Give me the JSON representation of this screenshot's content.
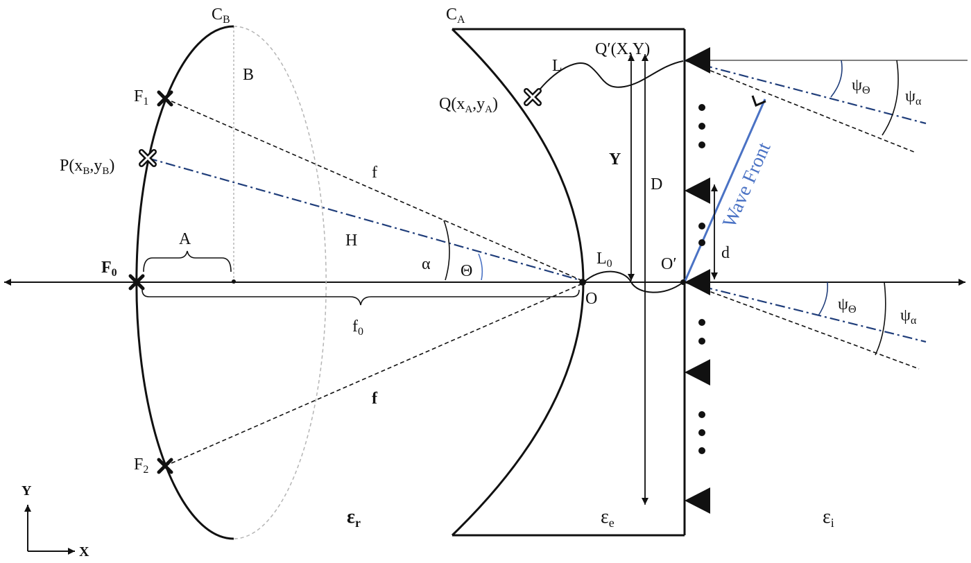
{
  "labels": {
    "cb_main": "C",
    "cb_sub": "B",
    "ca_main": "C",
    "ca_sub": "A",
    "b": "B",
    "f1_main": "F",
    "f1_sub": "1",
    "f2_main": "F",
    "f2_sub": "2",
    "f0_main": "F",
    "f0_sub": "0",
    "p_a": "P(x",
    "p_sub1": "B",
    "p_b": ",y",
    "p_sub2": "B",
    "p_c": ")",
    "q_a": "Q(x",
    "q_sub1": "A",
    "q_b": ",y",
    "q_sub2": "A",
    "q_c": ")",
    "qprime": "Q′(X,Y)",
    "l": "L",
    "l0_main": "L",
    "l0_sub": "0",
    "f_upper": "f",
    "f_lower": "f",
    "h": "H",
    "a": "A",
    "alpha": "α",
    "theta": "Θ",
    "o": "O",
    "oprime": "O′",
    "f0_dist_main": "f",
    "f0_dist_sub": "0",
    "y_cap": "Y",
    "d_cap": "D",
    "d_small": "d",
    "wave_front": "Wave Front",
    "psi_theta_top_main": "ψ",
    "psi_theta_top_sub": "Θ",
    "psi_alpha_top_main": "ψ",
    "psi_alpha_top_sub": "α",
    "psi_theta_bot_main": "ψ",
    "psi_theta_bot_sub": "Θ",
    "psi_alpha_bot_main": "ψ",
    "psi_alpha_bot_sub": "α",
    "eps_r_main": "ε",
    "eps_r_sub": "r",
    "eps_e_main": "ε",
    "eps_e_sub": "e",
    "eps_i_main": "ε",
    "eps_i_sub": "i",
    "axis_y": "Y",
    "axis_x": "X",
    "dots": "•"
  },
  "colors": {
    "line": "#111111",
    "ray_blue": "#1f3d7a",
    "wave_front": "#4a72c4",
    "ellipse_dashed": "#b5b5b5"
  }
}
